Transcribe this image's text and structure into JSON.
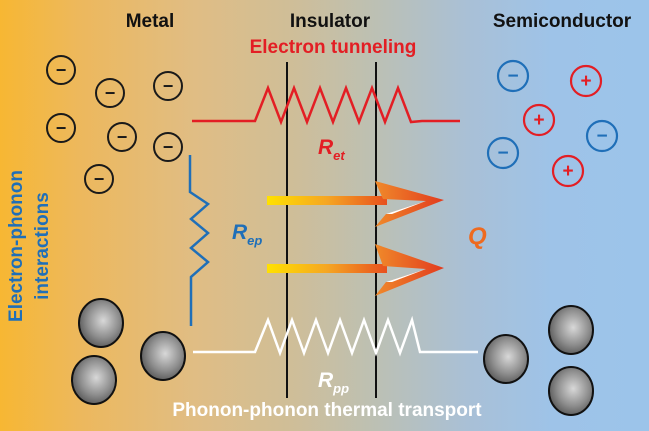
{
  "labels": {
    "metal": "Metal",
    "insulator": "Insulator",
    "semiconductor": "Semiconductor",
    "electron_tunneling": "Electron tunneling",
    "electron_phonon_line1": "Electron-phonon",
    "electron_phonon_line2": "interactions",
    "phonon_phonon": "Phonon-phonon thermal transport",
    "heat_flux": "Q"
  },
  "resistors": {
    "ret": {
      "main": "R",
      "sub": "et"
    },
    "rep": {
      "main": "R",
      "sub": "ep"
    },
    "rpp": {
      "main": "R",
      "sub": "pp"
    }
  },
  "charges": {
    "electron_symbol": "−",
    "hole_symbol": "+"
  },
  "colors": {
    "electron_tunneling": "#e31e24",
    "electron_phonon": "#1f6fb8",
    "heat": "#ee6a1f",
    "phonon": "#ffffff",
    "interface": "#111111"
  }
}
